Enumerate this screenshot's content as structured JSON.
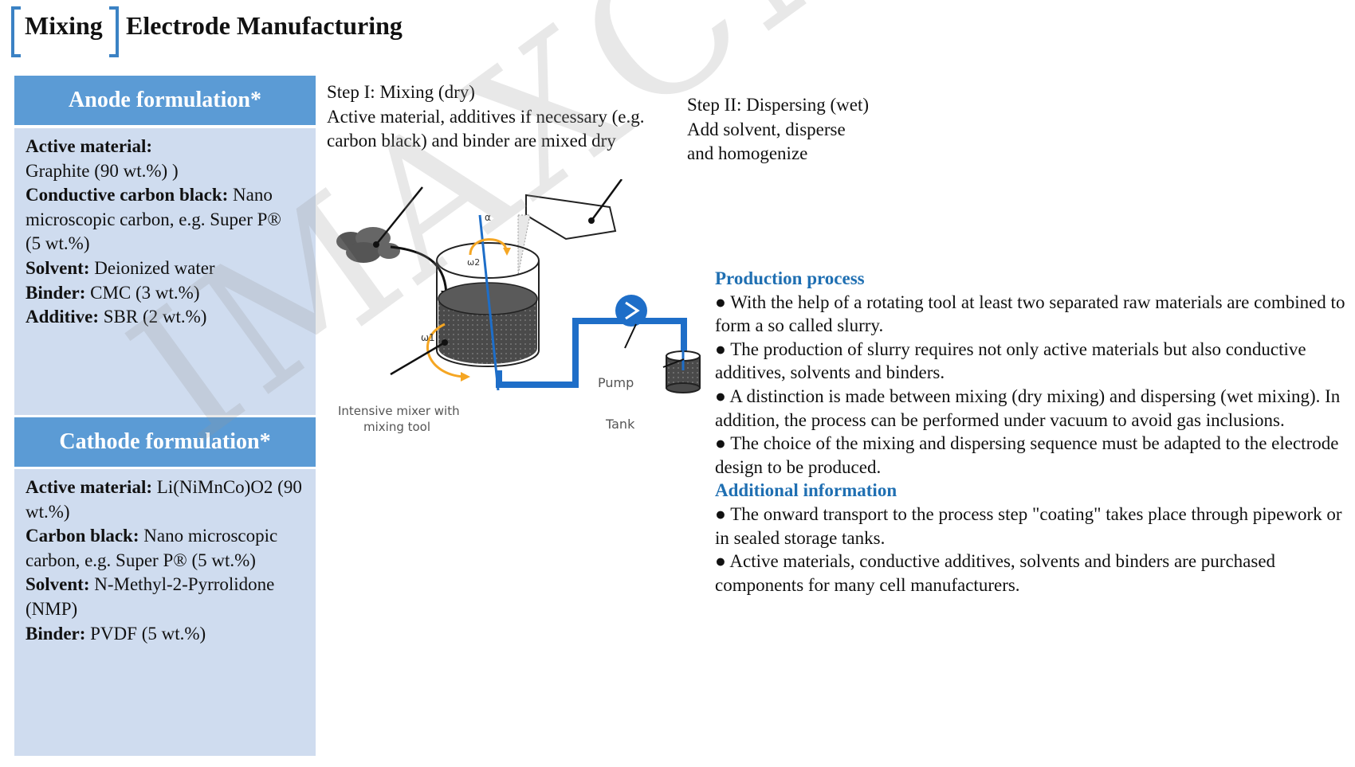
{
  "header": {
    "badge": "Mixing",
    "title": "Electrode Manufacturing"
  },
  "anode": {
    "title": "Anode formulation*",
    "lines": [
      {
        "label": "Active material:",
        "text": ""
      },
      {
        "label": "",
        "text": "Graphite (90 wt.%) )"
      },
      {
        "label": "Conductive carbon black:",
        "text": " Nano microscopic carbon, e.g. Super P®"
      },
      {
        "label": "",
        "text": "(5 wt.%)"
      },
      {
        "label": "Solvent:",
        "text": " Deionized water"
      },
      {
        "label": "Binder:",
        "text": " CMC (3 wt.%)"
      },
      {
        "label": "Additive:",
        "text": " SBR (2 wt.%)"
      }
    ]
  },
  "cathode": {
    "title": "Cathode formulation*",
    "lines": [
      {
        "label": "Active material:",
        "text": " Li(NiMnCo)O2 (90 wt.%)"
      },
      {
        "label": "Carbon black:",
        "text": " Nano microscopic carbon, e.g. Super P® (5 wt.%)"
      },
      {
        "label": "Solvent:",
        "text": " N-Methyl-2-Pyrrolidone (NMP)"
      },
      {
        "label": "Binder:",
        "text": " PVDF (5 wt.%)"
      }
    ]
  },
  "step1": {
    "title": "Step I: Mixing (dry)",
    "text": "Active material, additives if necessary (e.g. carbon black) and binder are mixed dry"
  },
  "step2": {
    "title": "Step II: Dispersing (wet)",
    "line1": "Add solvent, disperse",
    "line2": "and homogenize"
  },
  "diagram": {
    "mixer_label_1": "Intensive mixer with",
    "mixer_label_2": "mixing tool",
    "pump_label": "Pump",
    "tank_label": "Tank",
    "omega1": "ω1",
    "omega2": "ω2",
    "alpha": "α",
    "colors": {
      "pipe": "#1e6ec8",
      "arrow": "#f5a623",
      "fill": "#555555"
    }
  },
  "production": {
    "heading": "Production process",
    "bullets": [
      "● With the help of a rotating tool at least two separated raw materials are combined to form a so called slurry.",
      "● The production of slurry requires not only active materials but also conductive additives, solvents and binders.",
      "● A distinction is made between mixing (dry mixing) and dispersing (wet mixing). In addition, the process can be performed under vacuum to avoid gas inclusions.",
      "● The choice of the mixing and dispersing sequence must be adapted to the electrode design to be produced."
    ]
  },
  "additional": {
    "heading": "Additional information",
    "bullets": [
      "● The onward transport to the process step \"coating\" takes place through pipework or in sealed storage tanks.",
      "● Active materials, conductive additives, solvents and binders are purchased components for many cell manufacturers."
    ]
  },
  "watermark": "IMAXCN"
}
